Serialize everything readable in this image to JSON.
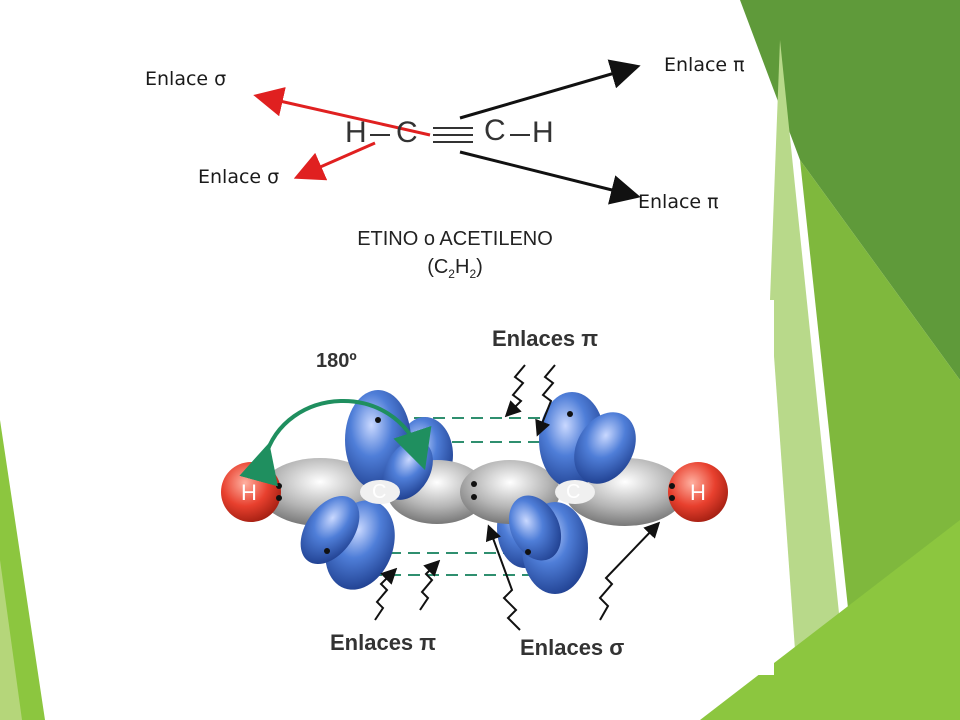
{
  "top_diagram": {
    "sigma_left_upper": "Enlace σ",
    "sigma_left_lower": "Enlace σ",
    "pi_right_upper": "Enlace π",
    "pi_right_lower": "Enlace π",
    "atom_h": "H",
    "atom_c": "C",
    "molecule_name": "ETINO o ACETILENO",
    "formula_open": "(C",
    "formula_sub1": "2",
    "formula_h": "H",
    "formula_sub2": "2",
    "formula_close": ")"
  },
  "orbital_figure": {
    "angle_label": "180º",
    "pi_bonds_top": "Enlaces π",
    "pi_bonds_bottom": "Enlaces π",
    "sigma_bonds": "Enlaces σ",
    "atom_h": "H",
    "atom_c": "C"
  },
  "colors": {
    "green_dark": "#4e8a2e",
    "green_mid": "#78b43a",
    "green_light": "#9ccb4b",
    "sigma_arrow": "#e02020",
    "orbital_blue": "#3f6fd0",
    "hydrogen_red": "#e8402e",
    "curve_arrow": "#1f8f5f"
  }
}
